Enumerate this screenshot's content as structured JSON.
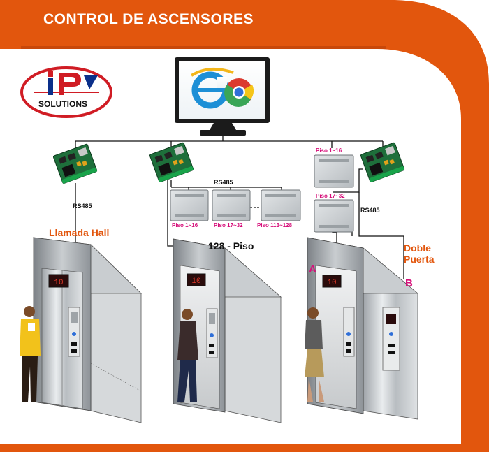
{
  "header": {
    "title": "CONTROL DE ASCENSORES",
    "orange": "#e2560d",
    "orange_dark": "#c8480a"
  },
  "logo": {
    "letters": "iP",
    "subtitle": "SOLUTIONS",
    "red": "#d01c24",
    "blue": "#0a2f8a"
  },
  "monitor": {
    "icon_names": [
      "internet-explorer-icon",
      "chrome-icon"
    ]
  },
  "labels": {
    "rs485_left": "RS485",
    "rs485_middle": "RS485",
    "rs485_right": "RS485",
    "llamada_hall": "Llamada Hall",
    "piso_128": "128 - Piso",
    "doble_line1": "Doble",
    "doble_line2": "Puerta",
    "door_a": "A",
    "door_b": "B"
  },
  "expansion_boards_middle": [
    {
      "label": "Piso 1~16"
    },
    {
      "label": "Piso 17~32"
    },
    {
      "label": "Piso 113~128"
    }
  ],
  "expansion_boards_right": [
    {
      "label": "Piso 1~16"
    },
    {
      "label": "Piso 17~32"
    }
  ],
  "elevators": [
    {
      "name": "Llamada Hall elevator",
      "floor_display": "10"
    },
    {
      "name": "128 - Piso elevator",
      "floor_display": "10"
    },
    {
      "name": "Doble Puerta elevator",
      "floor_display": "10"
    }
  ]
}
